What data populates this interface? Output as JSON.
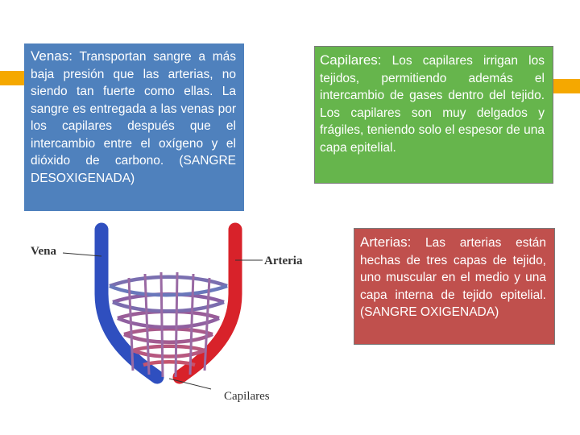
{
  "colors": {
    "accent": "#f5a800",
    "venas_box": "#4f81bd",
    "capilares_box": "#66b54c",
    "arterias_box": "#c0504d",
    "vein": "#2f4fbf",
    "artery": "#d8222a"
  },
  "venas": {
    "term": "Venas:",
    "text": " Transportan sangre a más baja presión que las arterias, no siendo tan fuerte como ellas. La sangre es entregada a las venas por los capilares después que el intercambio entre el oxígeno y el dióxido de carbono. (SANGRE DESOXIGENADA)"
  },
  "capilares": {
    "term": "Capilares:",
    "text": " Los capilares irrigan los tejidos, permitiendo además el intercambio de gases dentro del tejido. Los capilares son muy delgados y frágiles, teniendo solo el espesor de una capa epitelial."
  },
  "arterias": {
    "term": "Arterias:",
    "text": " Las arterias están hechas de tres capas de tejido, uno muscular en el medio y una capa interna de tejido epitelial. (SANGRE OXIGENADA)"
  },
  "diagram": {
    "label_vena": "Vena",
    "label_arteria": "Arteria",
    "label_capilares": "Capilares"
  }
}
